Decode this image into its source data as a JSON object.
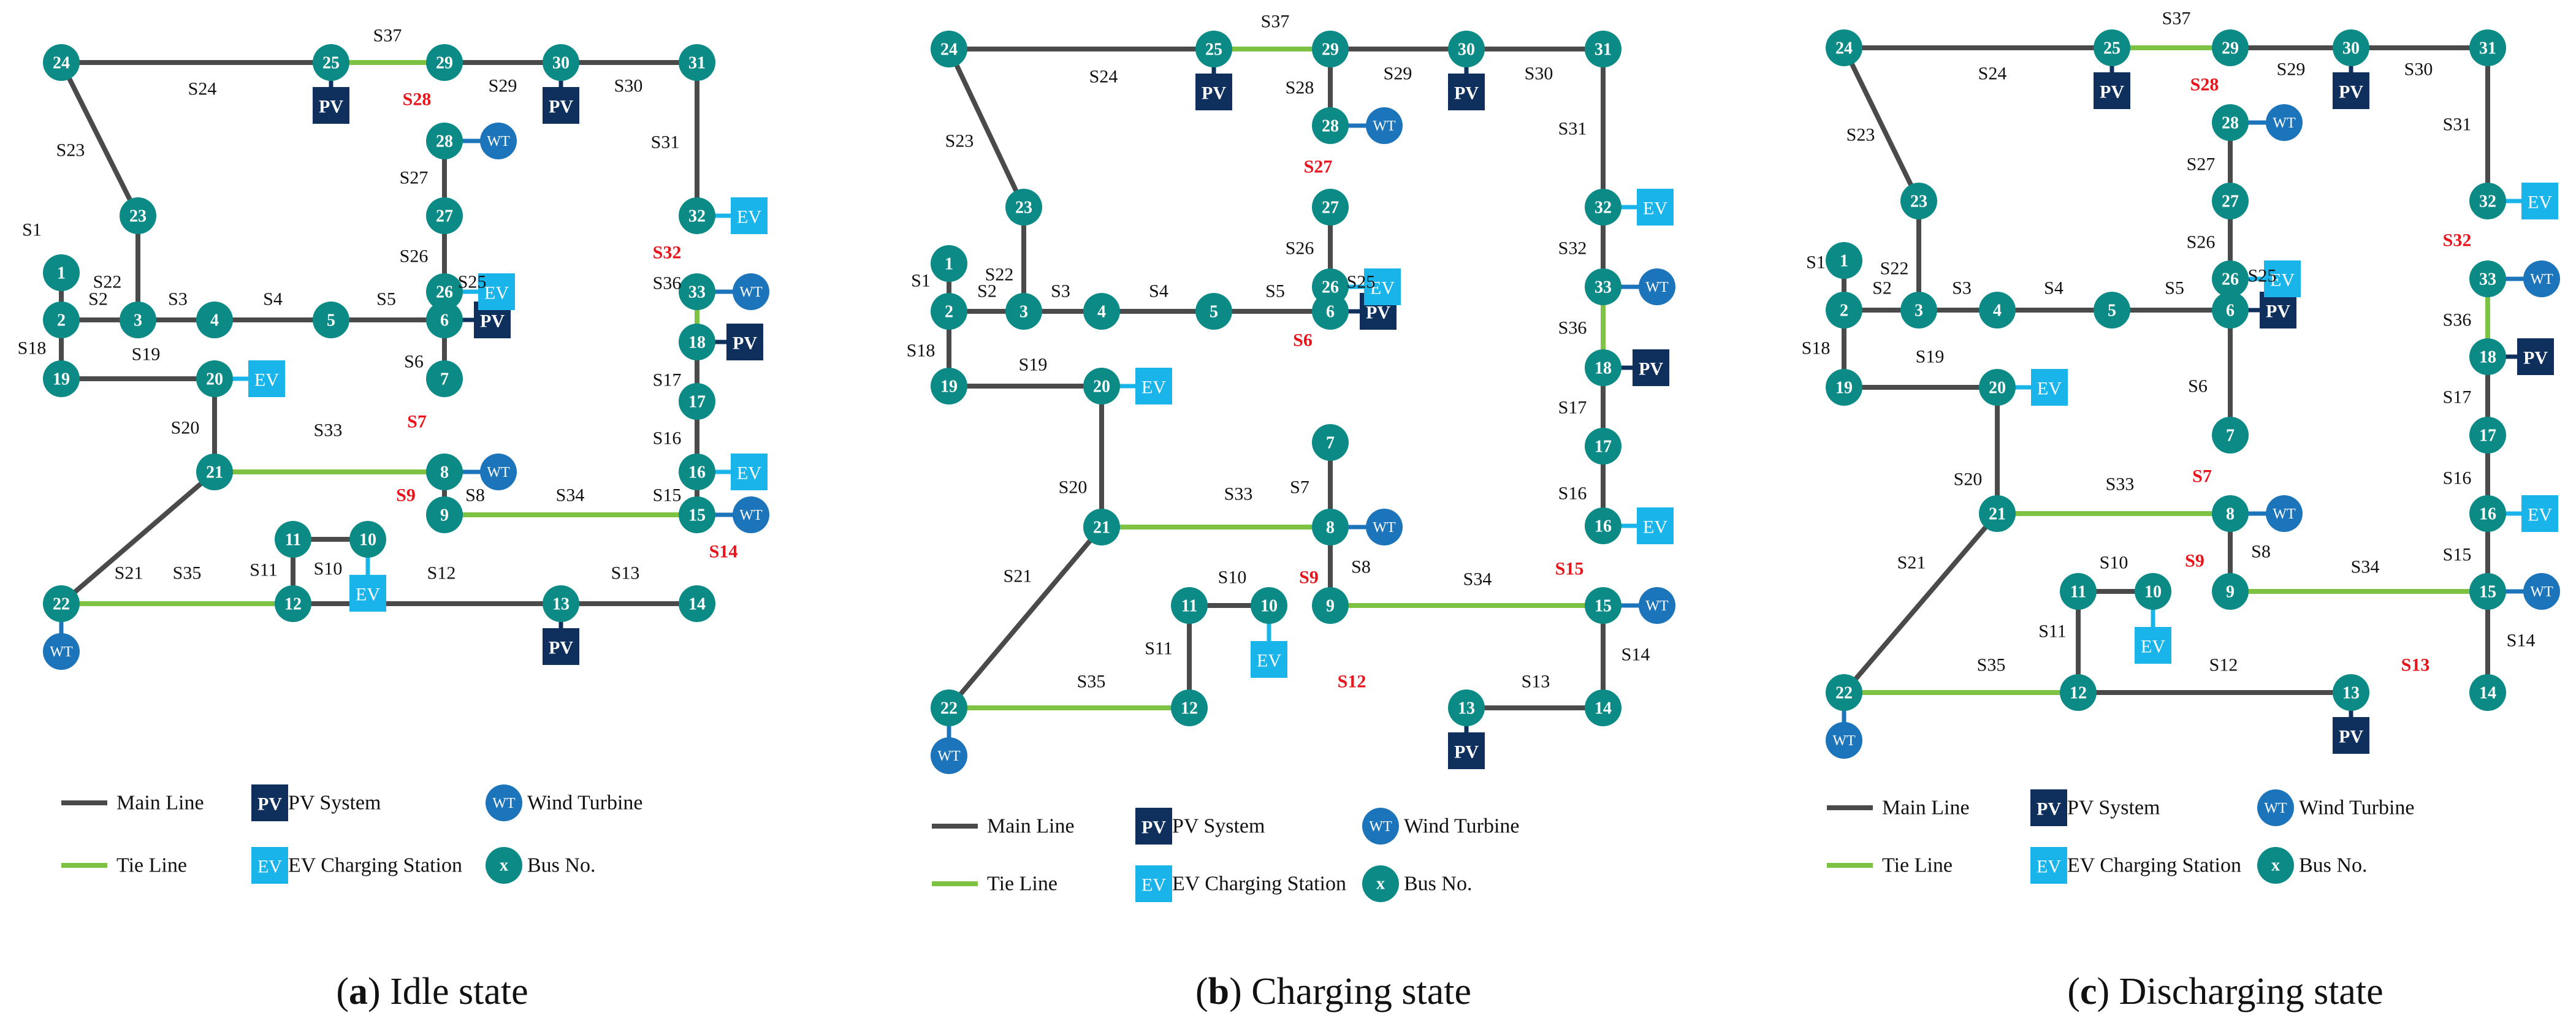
{
  "colors": {
    "main_line": "#4a4a4a",
    "tie_line": "#7dc242",
    "bus": "#0b8a86",
    "pv": "#0f2f5c",
    "wt": "#1c74bb",
    "ev": "#19b4ea",
    "open_switch": "#e8141b",
    "label": "#111111"
  },
  "legend": {
    "main_line": "Main Line",
    "tie_line": "Tie Line",
    "pv_system": "PV System",
    "wind_turbine": "Wind Turbine",
    "ev_station": "EV Charging Station",
    "bus_no": "Bus No.",
    "pv_symbol": "PV",
    "wt_symbol": "WT",
    "ev_symbol": "EV",
    "bus_symbol": "x"
  },
  "panels": [
    {
      "id": "a",
      "caption_letter": "a",
      "caption_text": " Idle state",
      "open_switches": [
        "S7",
        "S9",
        "S14",
        "S28",
        "S32"
      ]
    },
    {
      "id": "b",
      "caption_letter": "b",
      "caption_text": " Charging state",
      "open_switches": [
        "S6",
        "S9",
        "S12",
        "S15",
        "S27"
      ]
    },
    {
      "id": "c",
      "caption_letter": "c",
      "caption_text": " Discharging state",
      "open_switches": [
        "S7",
        "S9",
        "S13",
        "S28",
        "S32"
      ]
    }
  ]
}
